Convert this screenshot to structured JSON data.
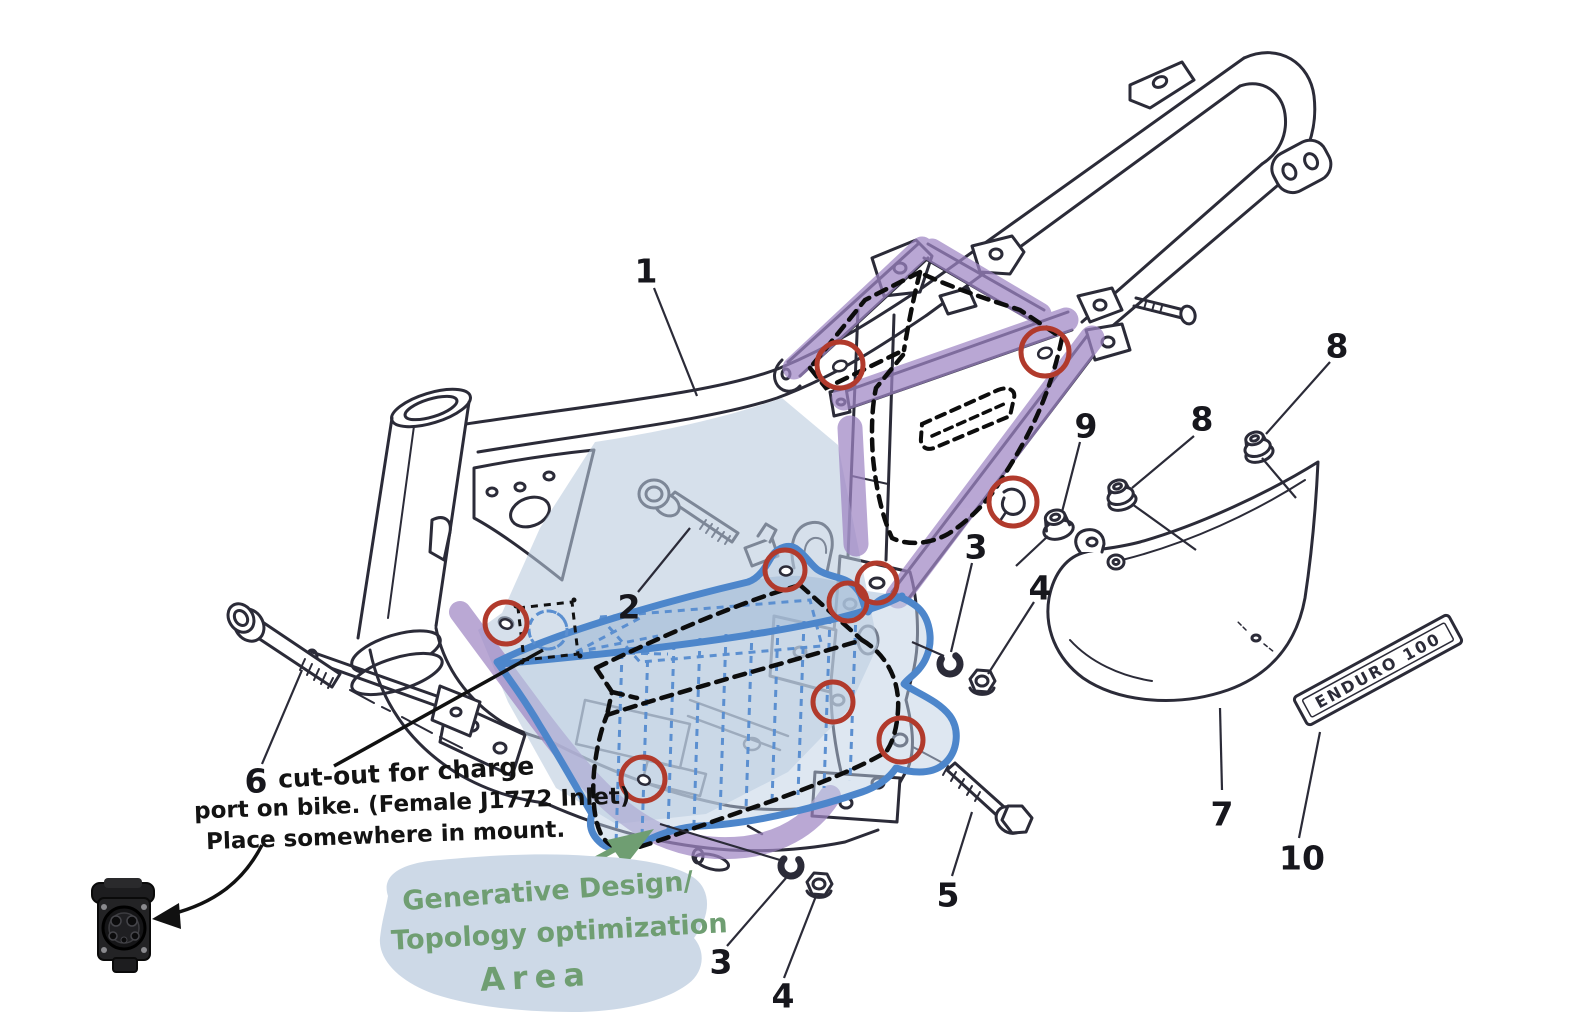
{
  "page": {
    "description": "Hand-annotated exploded parts diagram of an Enduro 100 motorcycle frame marking EV-conversion design areas",
    "background": "#ffffff"
  },
  "badge": {
    "text": "ENDURO 100"
  },
  "part_numbers": {
    "p1": "1",
    "p2": "2",
    "p3": "3",
    "p4": "4",
    "p5": "5",
    "p6": "6",
    "p7": "7",
    "p8": "8",
    "p9": "9",
    "p10": "10"
  },
  "notes": {
    "charge_port": {
      "line1": "cut-out for charge",
      "line2": "port on bike. (Female J1772 Inlet)",
      "line3": "Place somewhere in mount."
    },
    "generative": {
      "line1": "Generative Design/",
      "line2": "Topology optimization",
      "line3": "Area"
    }
  },
  "colors": {
    "ink": "#2b2b38",
    "highlight_purple": "#9f86c4",
    "wash_blue": "#c9d7e6",
    "area_stroke_blue": "#4d86cb",
    "rib_blue": "#5b8fd0",
    "marker_red": "#b13a2c",
    "note_green": "#6f9e72"
  },
  "icons": {
    "connector": "j1772-inlet-photo"
  }
}
